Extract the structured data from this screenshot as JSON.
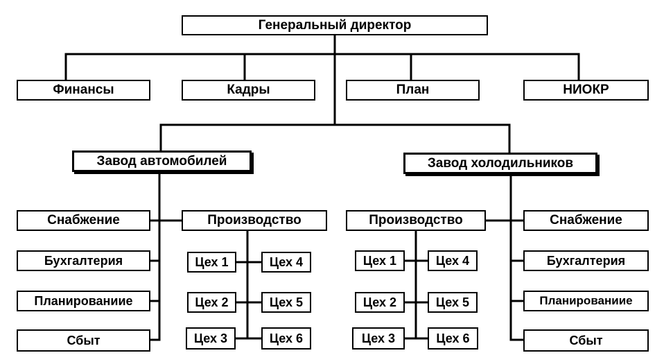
{
  "org": {
    "root": "Генеральный директор",
    "departments": [
      "Финансы",
      "Кадры",
      "План",
      "НИОКР"
    ],
    "plant_cars": {
      "title": "Завод автомобилей",
      "services": [
        "Снабжение",
        "Бухгалтерия",
        "Планированиие",
        "Сбыт"
      ],
      "production": "Производство",
      "workshops": [
        "Цех 1",
        "Цех 2",
        "Цех 3",
        "Цех 4",
        "Цех 5",
        "Цех 6"
      ]
    },
    "plant_fridges": {
      "title": "Завод холодильников",
      "services": [
        "Снабжение",
        "Бухгалтерия",
        "Планированиие",
        "Сбыт"
      ],
      "production": "Производство",
      "workshops": [
        "Цех 1",
        "Цех 2",
        "Цех 3",
        "Цех 4",
        "Цех 5",
        "Цех 6"
      ]
    }
  }
}
